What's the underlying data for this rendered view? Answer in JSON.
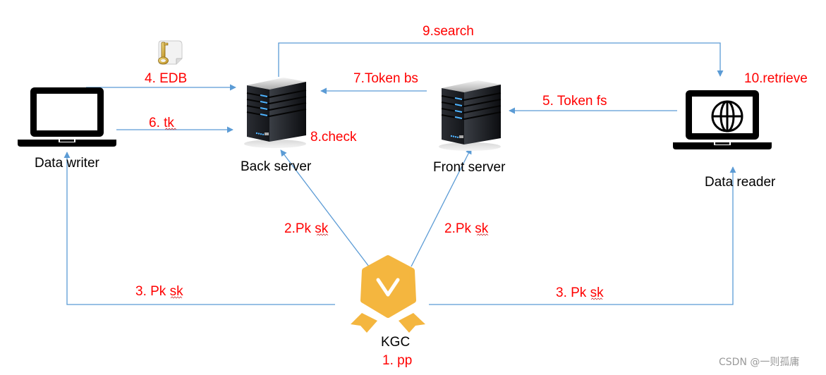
{
  "diagram": {
    "title": "Searchable encryption system flow",
    "colors": {
      "edge": "#5b9bd5",
      "step_label": "#ff0000",
      "node_label": "#000000",
      "kgc_badge": "#f4b63f",
      "watermark": "#9a9a9a"
    },
    "nodes": {
      "data_writer": {
        "label": "Data writer",
        "icon": "laptop-icon"
      },
      "back_server": {
        "label": "Back server",
        "icon": "server-icon"
      },
      "front_server": {
        "label": "Front server",
        "icon": "server-icon"
      },
      "data_reader": {
        "label": "Data reader",
        "icon": "laptop-globe-icon"
      },
      "kgc": {
        "label": "KGC",
        "icon": "badge-icon",
        "step": "1. pp"
      }
    },
    "edges": [
      {
        "id": "e2a",
        "from": "kgc",
        "to": "back_server",
        "label": "2.Pk sk"
      },
      {
        "id": "e2b",
        "from": "kgc",
        "to": "front_server",
        "label": "2.Pk sk"
      },
      {
        "id": "e3a",
        "from": "kgc",
        "to": "data_writer",
        "label": "3. Pk sk"
      },
      {
        "id": "e3b",
        "from": "kgc",
        "to": "data_reader",
        "label": "3. Pk sk"
      },
      {
        "id": "e4",
        "from": "data_writer",
        "to": "back_server",
        "label": "4. EDB",
        "icon": "key-document-icon"
      },
      {
        "id": "e5",
        "from": "data_reader",
        "to": "front_server",
        "label": "5. Token fs"
      },
      {
        "id": "e6",
        "from": "data_writer",
        "to": "back_server",
        "label": "6. tk"
      },
      {
        "id": "e7",
        "from": "front_server",
        "to": "back_server",
        "label": "7.Token bs"
      },
      {
        "id": "e9",
        "from": "back_server",
        "to": "data_reader",
        "label": "9.search"
      }
    ],
    "annotations": {
      "check": "8.check",
      "retrieve": "10.retrieve"
    },
    "watermark": "CSDN @一则孤庸"
  }
}
